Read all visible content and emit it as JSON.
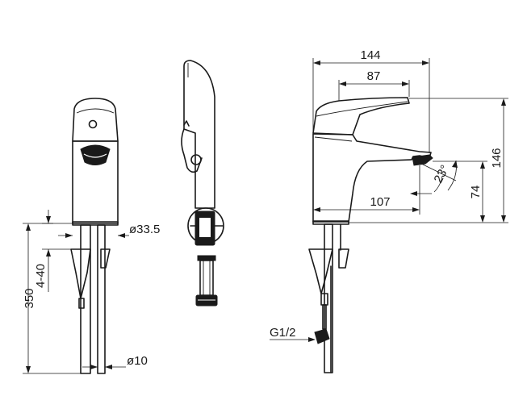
{
  "dimensions": {
    "overall_width": "144",
    "lever_length": "87",
    "spout_reach": "107",
    "overall_height": "146",
    "spout_height": "74",
    "spout_angle": "23°",
    "base_diameter": "ø33.5",
    "deck_thickness": "4-40",
    "shank_length": "350",
    "hose_diameter": "ø10",
    "connection_thread": "G1/2"
  }
}
